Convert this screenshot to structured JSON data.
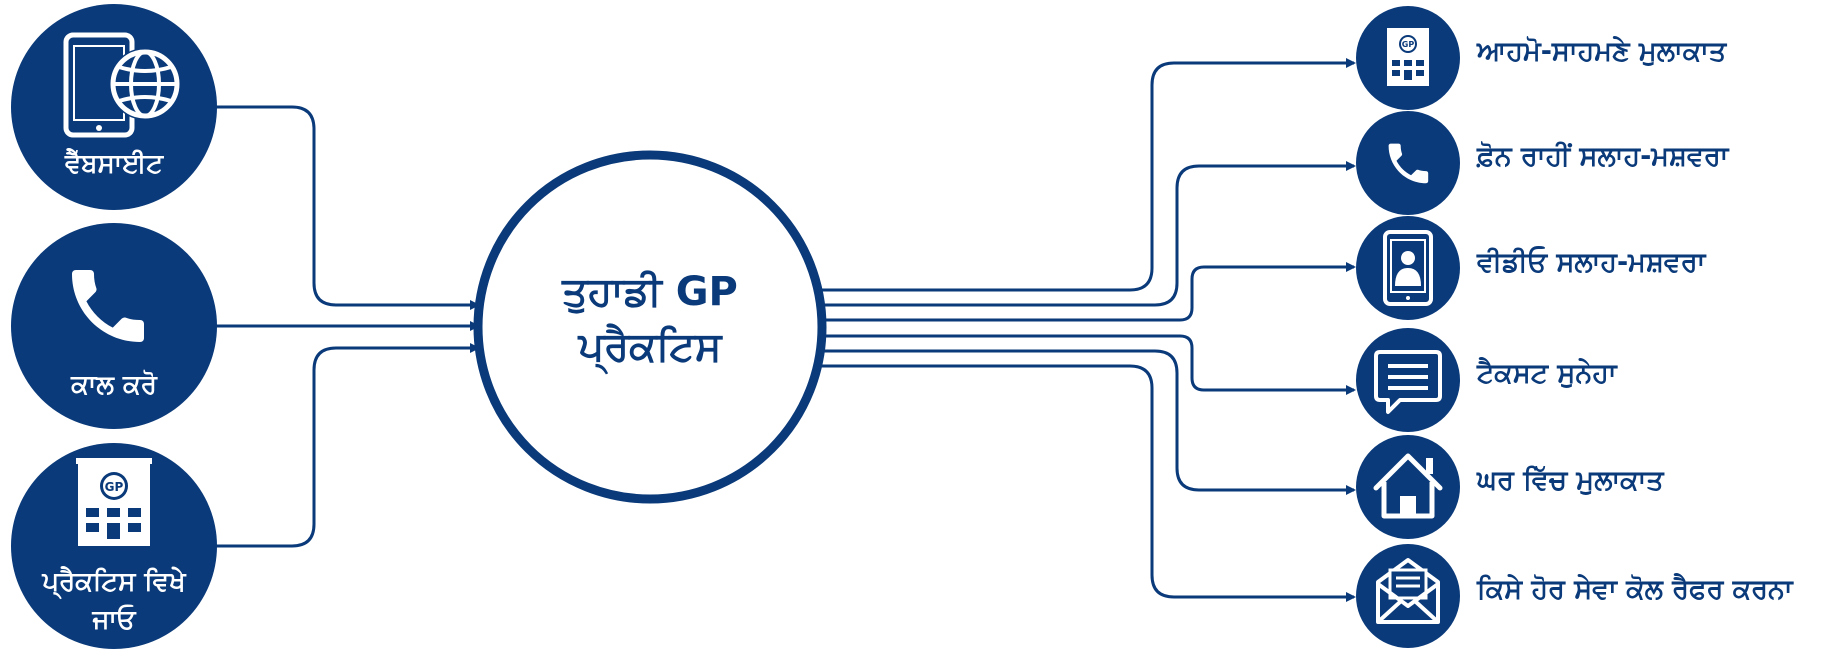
{
  "colors": {
    "primary": "#0a3a7a",
    "background": "#ffffff",
    "icon": "#ffffff"
  },
  "center": {
    "line1": "ਤੁਹਾਡੀ GP",
    "line2": "ਪ੍ਰੈਕਟਿਸ"
  },
  "inputs": [
    {
      "label": "ਵੈੱਬਸਾਈਟ",
      "icon": "tablet-globe-icon"
    },
    {
      "label": "ਕਾਲ ਕਰੋ",
      "icon": "phone-icon"
    },
    {
      "label_line1": "ਪ੍ਰੈਕਟਿਸ ਵਿਖੇ",
      "label_line2": "ਜਾਓ",
      "icon": "gp-building-icon"
    }
  ],
  "outputs": [
    {
      "label": "ਆਹਮੋ-ਸਾਹਮਣੇ ਮੁਲਾਕਾਤ",
      "icon": "gp-building-icon"
    },
    {
      "label": "ਫ਼ੋਨ ਰਾਹੀਂ ਸਲਾਹ-ਮਸ਼ਵਰਾ",
      "icon": "phone-icon"
    },
    {
      "label": "ਵੀਡੀਓ ਸਲਾਹ-ਮਸ਼ਵਰਾ",
      "icon": "video-tablet-icon"
    },
    {
      "label": "ਟੈਕਸਟ ਸੁਨੇਹਾ",
      "icon": "message-bubble-icon"
    },
    {
      "label": "ਘਰ ਵਿੱਚ ਮੁਲਾਕਾਤ",
      "icon": "house-icon"
    },
    {
      "label": "ਕਿਸੇ ਹੋਰ ਸੇਵਾ ਕੋਲ ਰੈਫਰ ਕਰਨਾ",
      "icon": "envelope-icon"
    }
  ],
  "gp_badge": "GP"
}
